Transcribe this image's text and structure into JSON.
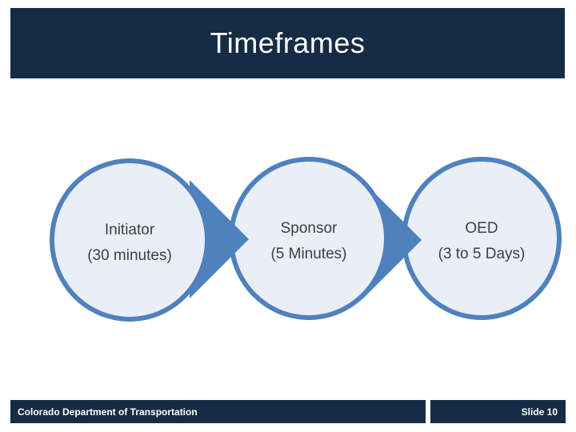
{
  "slide": {
    "title": "Timeframes"
  },
  "diagram": {
    "steps": [
      {
        "label": "Initiator",
        "duration": "(30 minutes)"
      },
      {
        "label": "Sponsor",
        "duration": "(5 Minutes)"
      },
      {
        "label": "OED",
        "duration": "(3 to 5 Days)"
      }
    ]
  },
  "footer": {
    "left_text": "Colorado Department of Transportation",
    "right_text": "Slide 10"
  },
  "colors": {
    "header_bg": "#162b44",
    "footer_bg": "#162b44",
    "title_text": "#ffffff",
    "footer_text": "#ffffff",
    "circle_fill": "#e9eef7",
    "circle_border": "#4f81bd",
    "arrow": "#4f81bd",
    "step_text": "#3f3f3f"
  }
}
